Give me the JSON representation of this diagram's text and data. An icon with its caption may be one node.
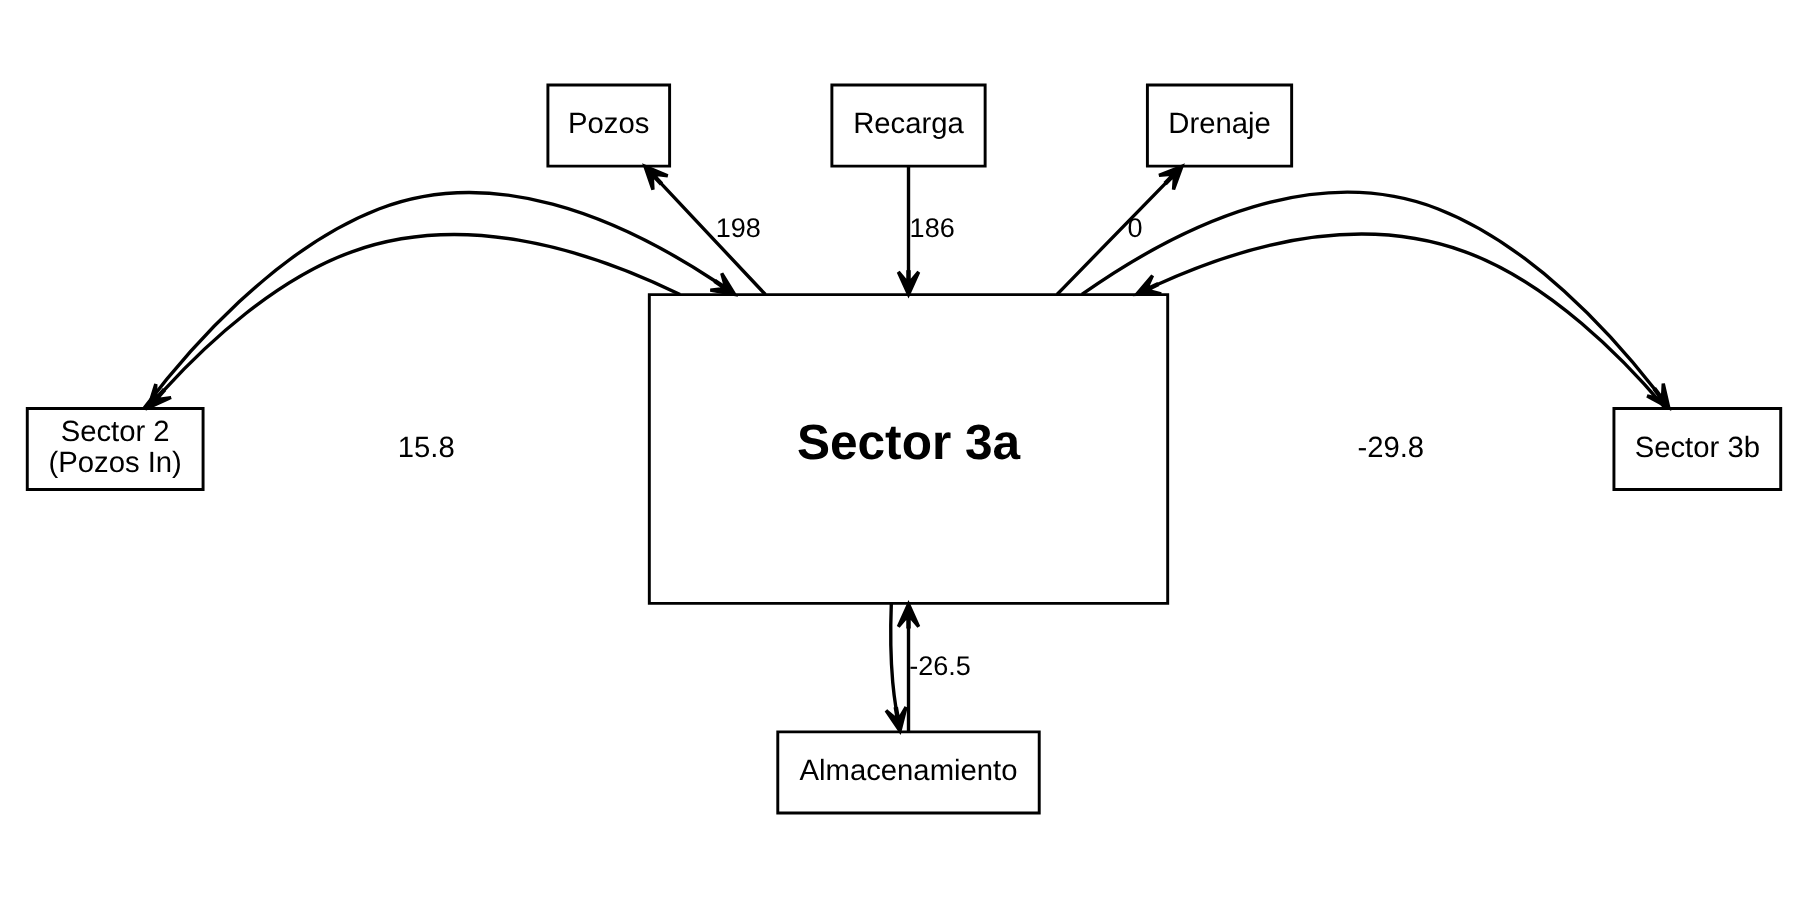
{
  "diagram": {
    "nodes": [
      {
        "text": [
          "Pozos"
        ]
      },
      {
        "text": [
          "Recarga"
        ]
      },
      {
        "text": [
          "Drenaje"
        ]
      },
      {
        "text": [
          "Sector 3a"
        ]
      },
      {
        "text": [
          "Sector 2 (Pozos In)"
        ]
      },
      {
        "text": [
          "Sector 3b"
        ]
      },
      {
        "text": [
          "Almacenamiento"
        ]
      }
    ],
    "edges": [
      {
        "from": 3,
        "to": 0,
        "arrow": "to",
        "label": "198"
      },
      {
        "from": 1,
        "to": 3,
        "arrow": "to",
        "label": "186"
      },
      {
        "from": 3,
        "to": 2,
        "arrow": "to",
        "label": "0"
      },
      {
        "from": 3,
        "to": 4,
        "arrow": "to"
      },
      {
        "from": 4,
        "to": 3,
        "arrow": "to"
      },
      {
        "from": 5,
        "to": 3,
        "arrow": "to"
      },
      {
        "from": 3,
        "to": 5,
        "arrow": "to"
      },
      {
        "from": 3,
        "to": 6,
        "arrow": "to"
      },
      {
        "from": 6,
        "to": 3,
        "arrow": "to",
        "label": "-26.5"
      }
    ],
    "labels": [
      "15.8",
      "-29.8"
    ]
  }
}
